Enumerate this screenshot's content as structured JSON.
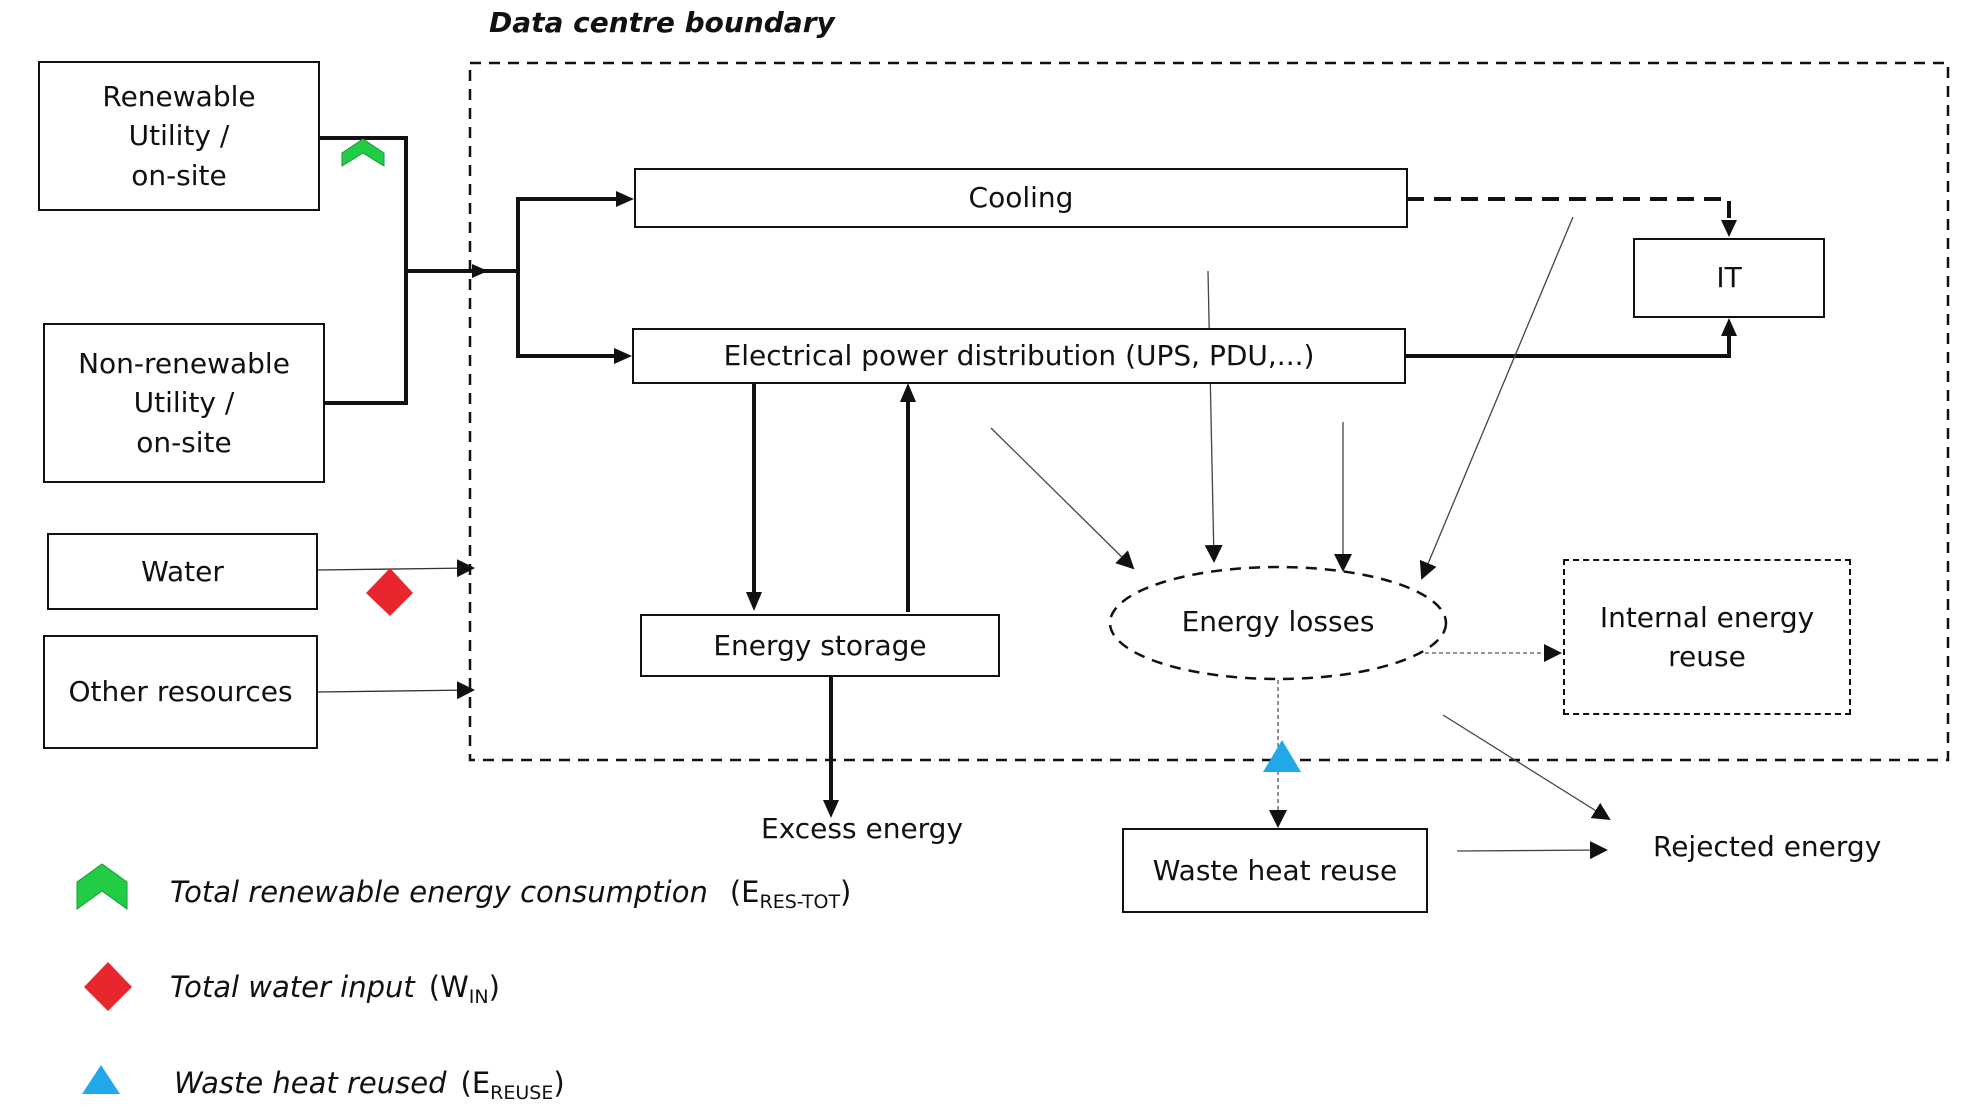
{
  "boundary": {
    "title": "Data centre boundary"
  },
  "inputs": {
    "renewable": "Renewable\nUtility /\non-site",
    "non_renewable": "Non-renewable\nUtility /\non-site",
    "water": "Water",
    "other": "Other resources"
  },
  "nodes": {
    "cooling": "Cooling",
    "it": "IT",
    "epd": "Electrical power distribution (UPS, PDU,...)",
    "storage": "Energy storage",
    "losses": "Energy losses",
    "internal_reuse": "Internal energy\nreuse",
    "waste_heat": "Waste heat reuse"
  },
  "outputs": {
    "excess": "Excess energy",
    "rejected": "Rejected energy"
  },
  "legend": [
    {
      "text": "Total renewable energy consumption",
      "sym": "E",
      "sub": "RES-TOT",
      "icon": "green-chevron-icon",
      "color": "#22cc44"
    },
    {
      "text": "Total water input",
      "sym": "W",
      "sub": "IN",
      "icon": "red-diamond-icon",
      "color": "#e8262e"
    },
    {
      "text": "Waste heat reused",
      "sym": "E",
      "sub": "REUSE",
      "icon": "blue-triangle-icon",
      "color": "#21a8e8"
    }
  ]
}
